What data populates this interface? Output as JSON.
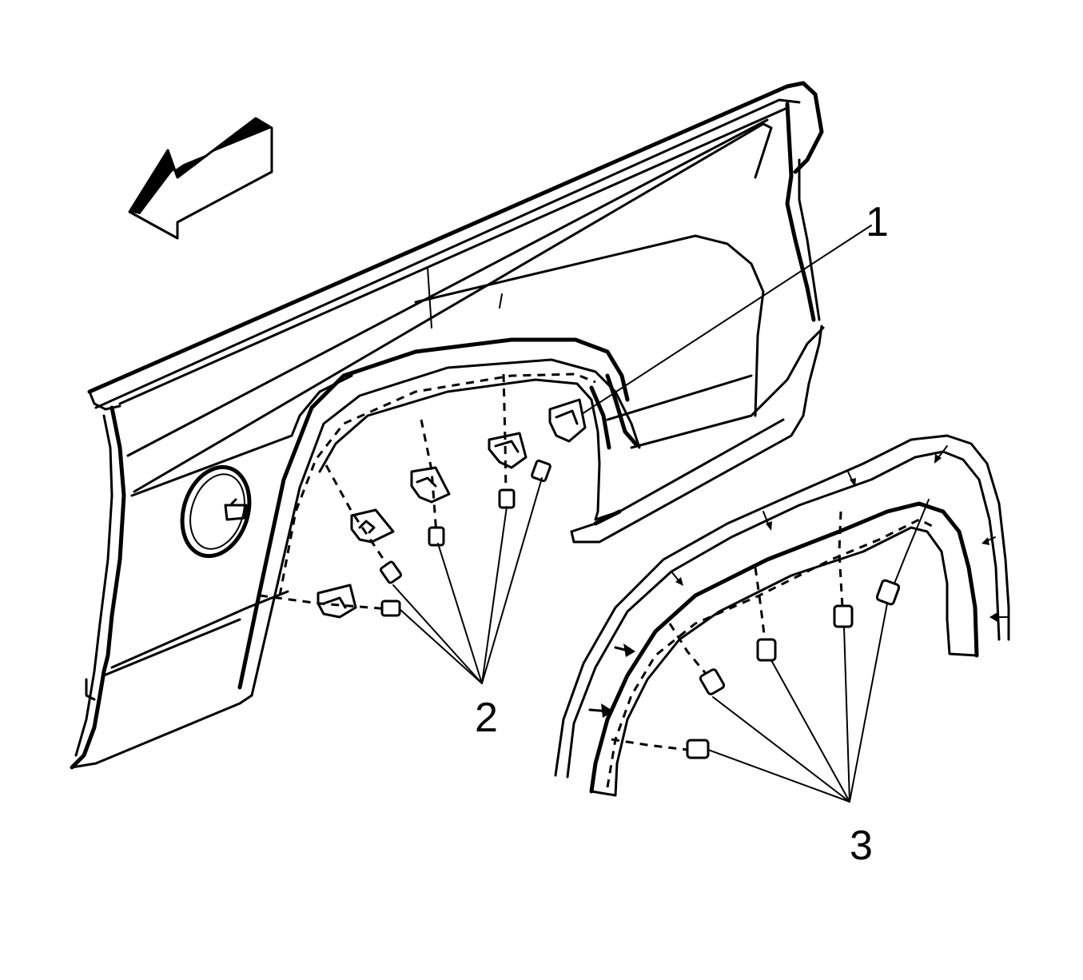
{
  "callouts": [
    {
      "id": "1",
      "text": "1",
      "target": "wheelhouse-liner-retainer-clip"
    },
    {
      "id": "2",
      "text": "2",
      "target": "fasteners-on-fender"
    },
    {
      "id": "3",
      "text": "3",
      "target": "fasteners-on-flare"
    }
  ],
  "icons": {
    "direction_arrow": "front-direction-arrow-icon"
  },
  "colors": {
    "line": "#000000",
    "background": "#ffffff"
  }
}
